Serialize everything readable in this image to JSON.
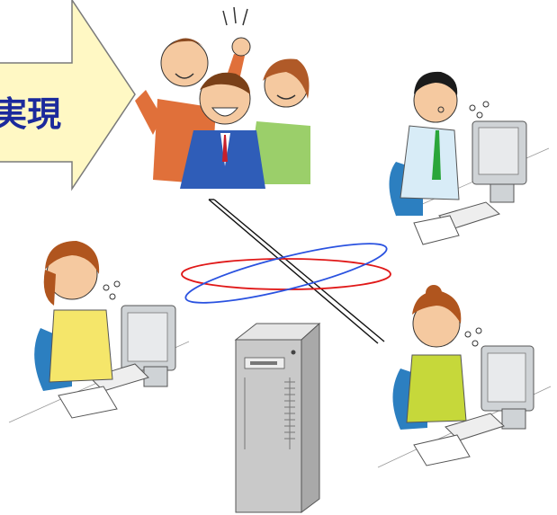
{
  "callout": {
    "text": "実現",
    "fill_color": "#fff8c4",
    "stroke_color": "#7a7a7a",
    "text_color": "#1b2a9c"
  },
  "illustrations": [
    {
      "name": "cheering-group-icon",
      "description_icon": "group-of-three-cheering-people"
    },
    {
      "name": "worker-top-right-icon",
      "description_icon": "man-at-computer"
    },
    {
      "name": "worker-left-icon",
      "description_icon": "woman-at-computer"
    },
    {
      "name": "worker-bottom-right-icon",
      "description_icon": "woman-at-computer"
    },
    {
      "name": "server-tower-icon",
      "description_icon": "server-tower"
    }
  ],
  "connections": {
    "ring_red": "#e01818",
    "ring_blue": "#2a52e0",
    "link_lines": "#111111"
  }
}
